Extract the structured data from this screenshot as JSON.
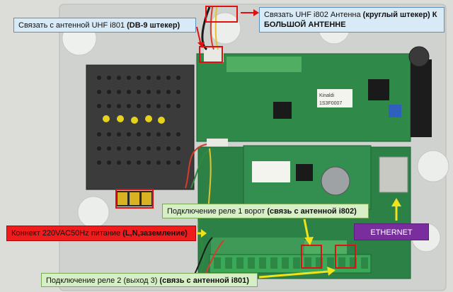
{
  "callouts": {
    "antenna_801": {
      "text": "Связать с антенной UHF i801 ",
      "bold": "(DB-9 штекер)"
    },
    "antenna_802": {
      "text": "Связать UHF i802 Антенна ",
      "bold": "(круглый штекер) К БОЛЬШОЙ АНТЕННЕ"
    },
    "relay1": {
      "text": "Подключение реле 1 ворот  ",
      "bold": "(связь с антенной i802)"
    },
    "power": {
      "text": "Коннект 220VAC50Hz питание ",
      "bold": "(L,N,заземление)"
    },
    "ethernet": {
      "text": "ETHERNET"
    },
    "relay2": {
      "text": "Подключение реле 2 (выход 3) ",
      "bold": "(связь с антенной i801)"
    }
  },
  "board_markings": {
    "label_a": "Kinaldi",
    "label_b": "1S3F0007"
  },
  "colors": {
    "callout_blue": "#d8eaf6",
    "callout_green": "#d7efc6",
    "callout_red": "#ee1c1c",
    "callout_purple": "#7a2e9e",
    "pcb_green": "#2f8a4a",
    "highlight_red": "#e01010",
    "arrow_yellow": "#f2e21a"
  }
}
